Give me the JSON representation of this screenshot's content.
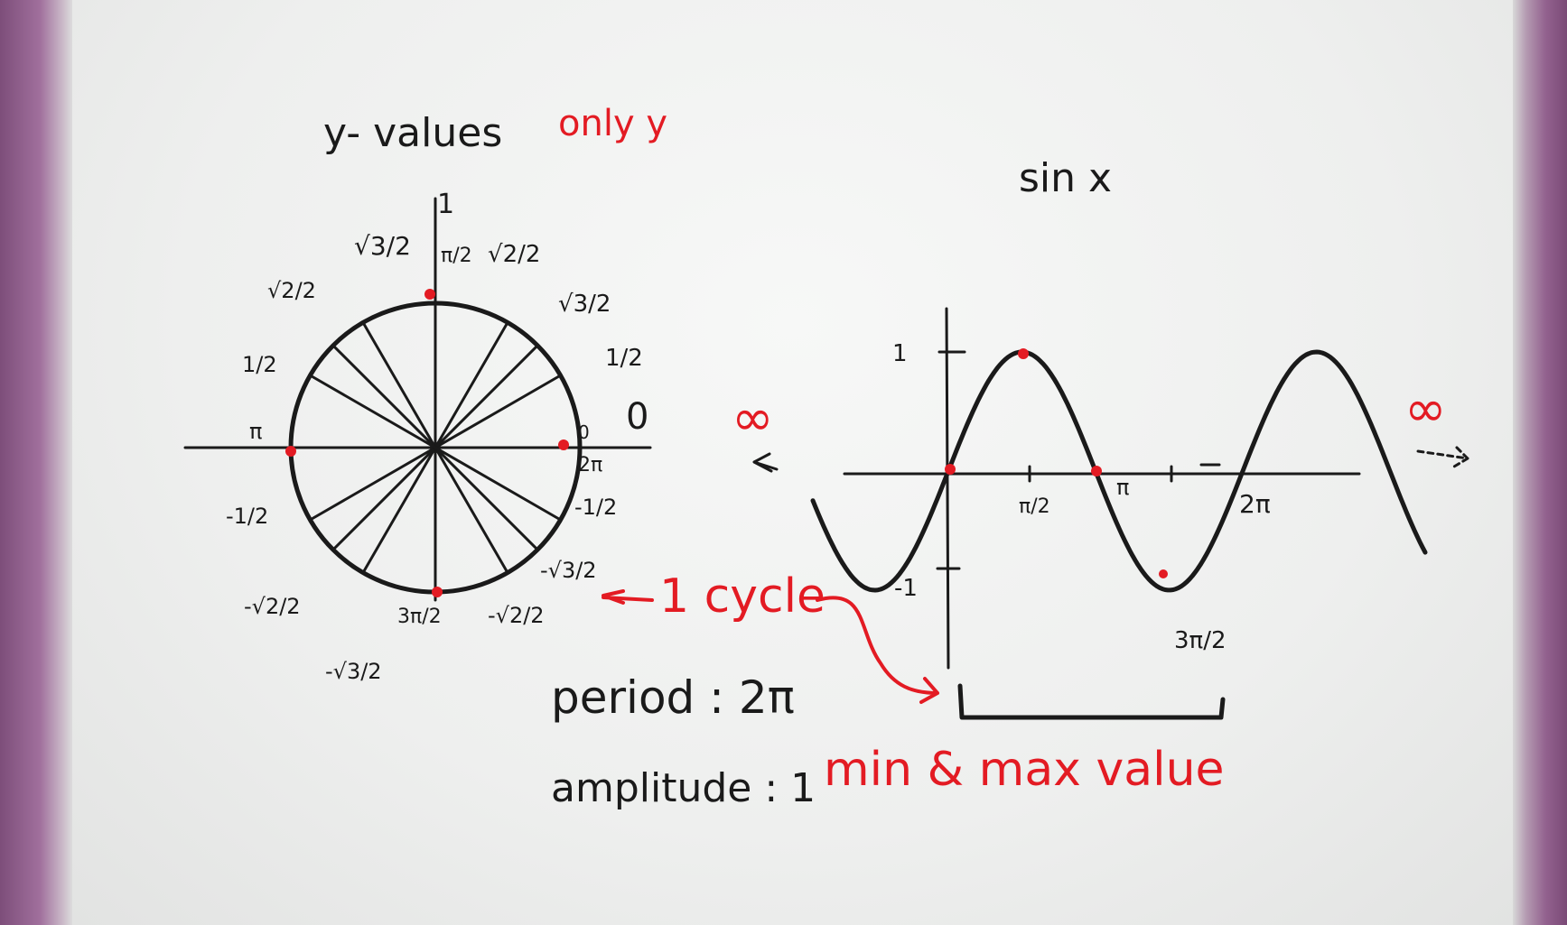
{
  "unit_circle": {
    "heading": "y- values",
    "heading_note": "only y",
    "top_axis_label": "1",
    "right_zero": "0",
    "angle_labels": {
      "pi": "π",
      "two_pi": "2π",
      "zero": "0",
      "pi_half": "π/2",
      "three_pi_half": "3π/2"
    },
    "value_labels": {
      "top": "√3/2",
      "top_right_1": "√2/2",
      "top_right_2": "√3/2",
      "right_1": "1/2",
      "top_left_1": "√2/2",
      "left_1": "1/2",
      "bottom_left_1": "-1/2",
      "bottom_left_2": "-√2/2",
      "bottom_left_3": "-√3/2",
      "bottom_right_1": "-√3/2",
      "bottom_right_2": "-√2/2",
      "right_neg": "-1/2"
    }
  },
  "graph": {
    "title": "sin x",
    "y_label_max": "1",
    "y_label_min": "-1",
    "x_label_pi_half": "π/2",
    "x_label_pi": "π",
    "x_label_two_pi": "2π",
    "x_label_three_pi_half": "3π/2",
    "infinity_left": "∞",
    "infinity_right": "∞"
  },
  "notes": {
    "one_cycle": "1 cycle",
    "period": "period : 2π",
    "amplitude": "amplitude : 1",
    "min_max": "min & max value"
  },
  "colors": {
    "board": "#eeefee",
    "ink": "#1a1a1a",
    "red_ink": "#e31b23",
    "frame": "#8a5a86"
  }
}
